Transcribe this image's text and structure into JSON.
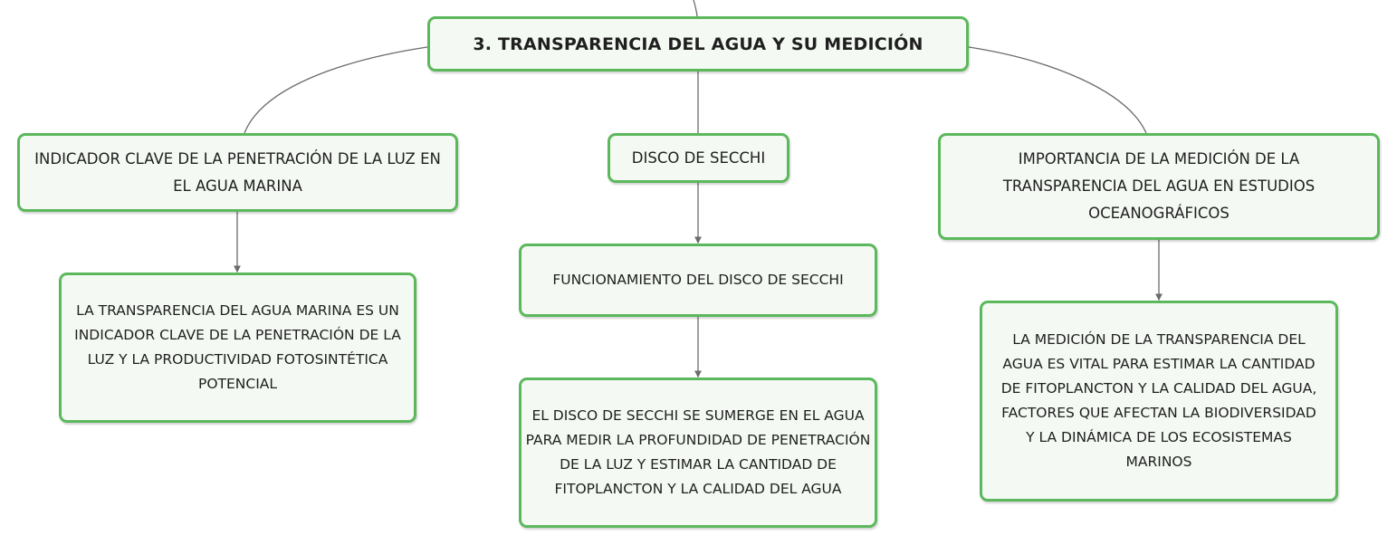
{
  "root": {
    "label": "3. TRANSPARENCIA DEL AGUA Y SU MEDICIÓN"
  },
  "branches": [
    {
      "label": "INDICADOR CLAVE DE LA PENETRACIÓN DE LA LUZ EN EL AGUA MARINA",
      "children": [
        "LA TRANSPARENCIA DEL AGUA MARINA ES UN INDICADOR CLAVE DE LA PENETRACIÓN DE LA LUZ Y LA PRODUCTIVIDAD FOTOSINTÉTICA POTENCIAL"
      ]
    },
    {
      "label": "DISCO DE SECCHI",
      "children": [
        "FUNCIONAMIENTO DEL DISCO DE SECCHI",
        "EL DISCO DE SECCHI SE SUMERGE EN EL AGUA PARA MEDIR LA PROFUNDIDAD DE PENETRACIÓN DE LA LUZ Y ESTIMAR LA CANTIDAD DE FITOPLANCTON Y LA CALIDAD DEL AGUA"
      ]
    },
    {
      "label": "IMPORTANCIA DE LA MEDICIÓN DE LA TRANSPARENCIA DEL AGUA EN ESTUDIOS OCEANOGRÁFICOS",
      "children": [
        "LA MEDICIÓN DE LA TRANSPARENCIA DEL AGUA ES VITAL PARA ESTIMAR LA CANTIDAD DE FITOPLANCTON Y LA CALIDAD DEL AGUA, FACTORES QUE AFECTAN LA BIODIVERSIDAD Y LA DINÁMICA DE LOS ECOSISTEMAS MARINOS"
      ]
    }
  ],
  "colors": {
    "node_border": "#5cb85c",
    "node_fill": "#f4faf3",
    "connector": "#6b6b6b",
    "text": "#1f1f1f"
  }
}
